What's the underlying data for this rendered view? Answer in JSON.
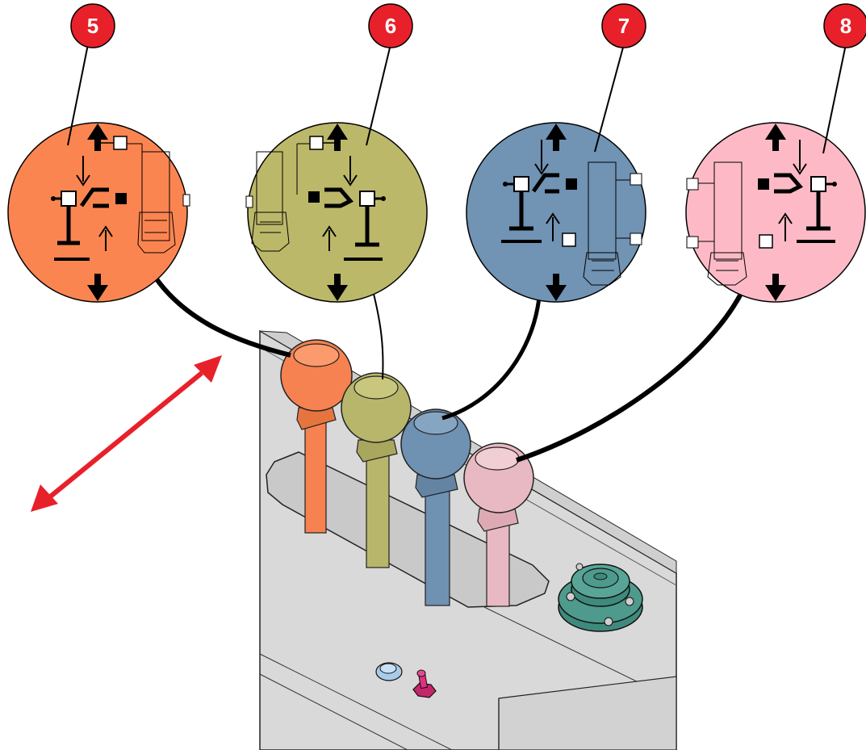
{
  "callouts": [
    {
      "number": "5",
      "knob_color": "#F58250",
      "circle_color": "#FB8551",
      "label": "lever-5"
    },
    {
      "number": "6",
      "knob_color": "#B8B66B",
      "circle_color": "#BCB86A",
      "label": "lever-6"
    },
    {
      "number": "7",
      "knob_color": "#6F91B2",
      "circle_color": "#7193B4",
      "label": "lever-7"
    },
    {
      "number": "8",
      "knob_color": "#E8B9C2",
      "circle_color": "#FDBAC6",
      "label": "lever-8"
    }
  ],
  "colors": {
    "badge": "#E8202A",
    "arrow": "#E8202A",
    "panel": "#D9D9D9",
    "panel_dark": "#C6C6C6",
    "gauge": "#4E9A8C",
    "toggle": "#E0317E",
    "light": "#A9CBEA"
  },
  "icons": [
    "double-headed-arrow-icon",
    "hydraulic-symbol-icon",
    "gauge-icon",
    "toggle-switch-icon",
    "indicator-light-icon"
  ]
}
